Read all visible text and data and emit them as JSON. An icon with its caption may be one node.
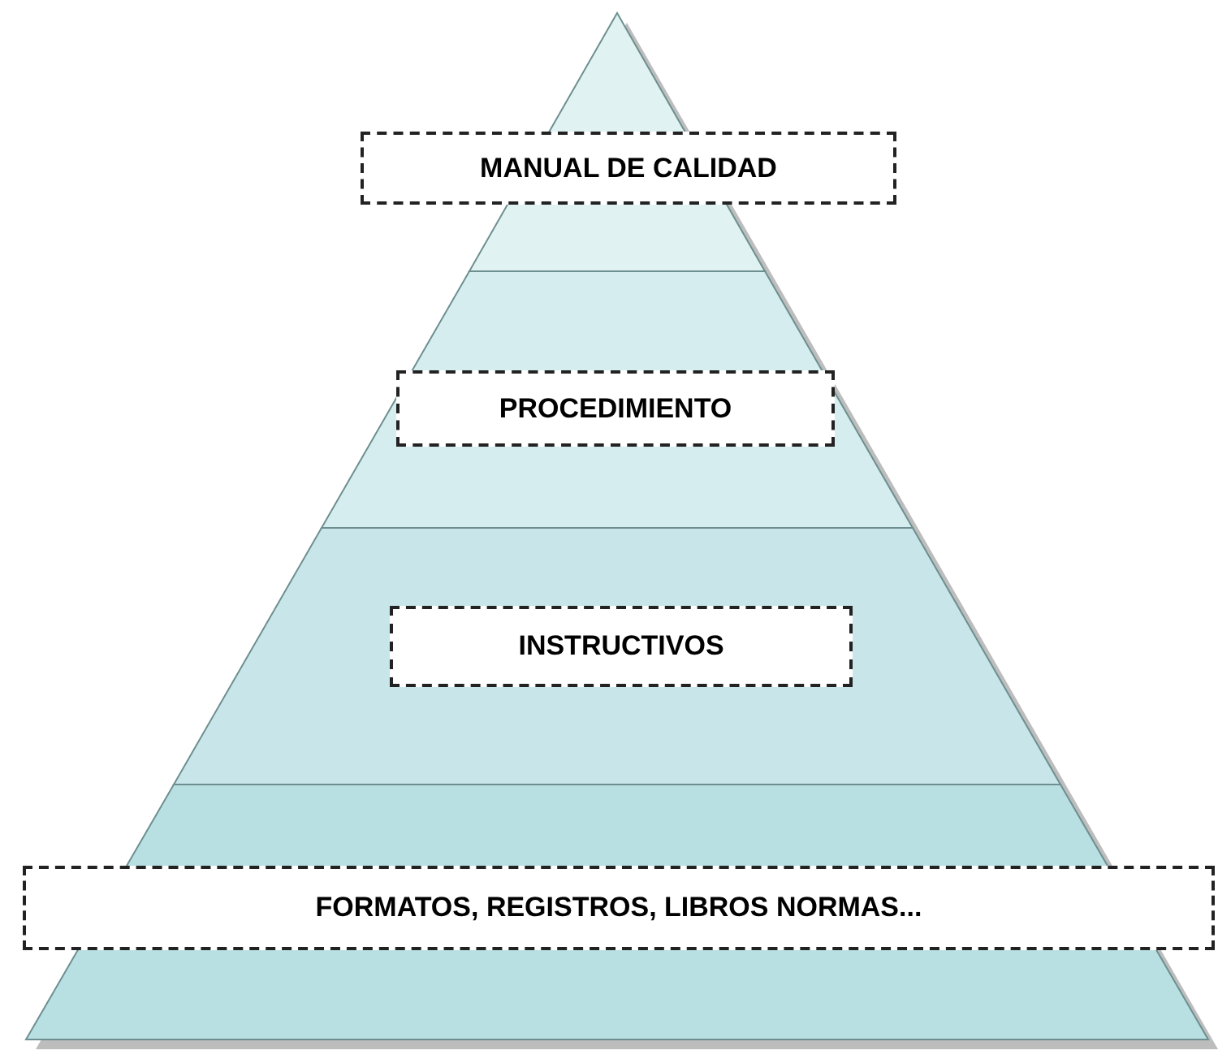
{
  "diagram": {
    "nodes": [
      {
        "text": [
          "MANUAL DE CALIDAD"
        ]
      },
      {
        "text": [
          "PROCEDIMIENTO"
        ]
      },
      {
        "text": [
          "INSTRUCTIVOS"
        ]
      },
      {
        "text": [
          "FORMATOS, REGISTROS, LIBROS NORMAS..."
        ]
      }
    ]
  }
}
